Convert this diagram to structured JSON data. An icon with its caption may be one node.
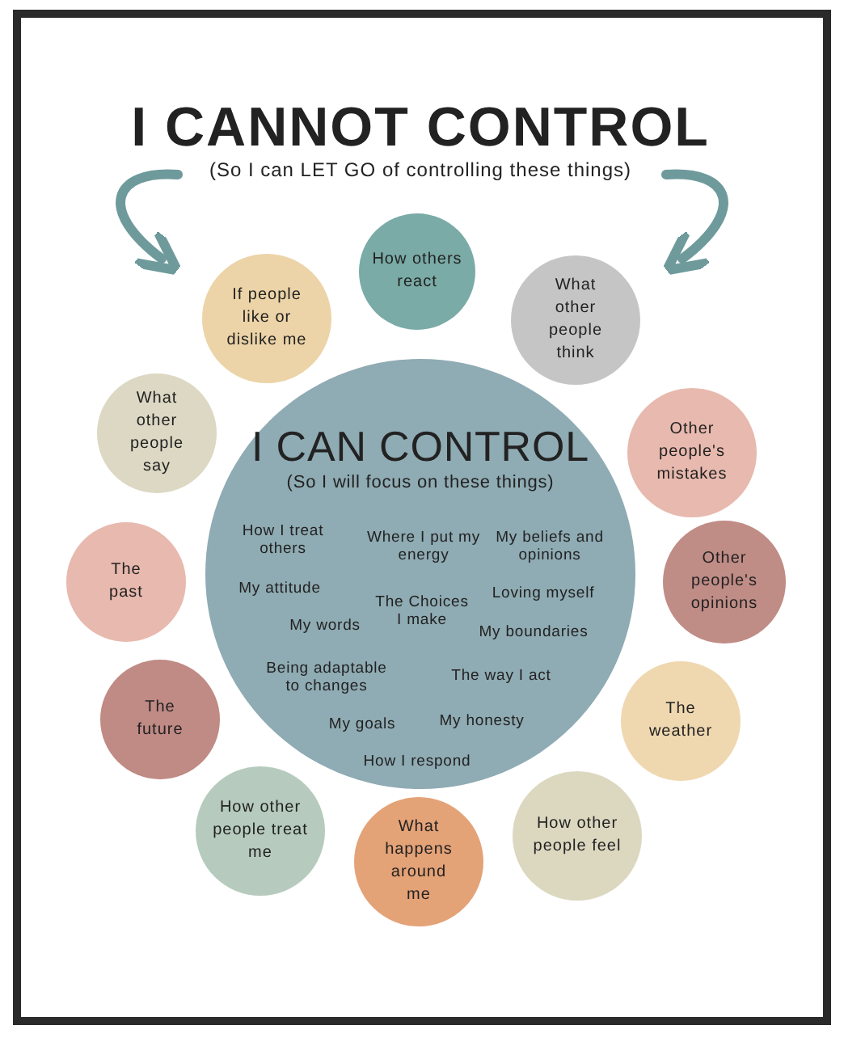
{
  "diagram": {
    "title": "I CANNOT CONTROL",
    "nodes": [
      {
        "text": [
          "How others react"
        ]
      },
      {
        "text": [
          "If people like or dislike me"
        ]
      },
      {
        "text": [
          "What other people think"
        ]
      },
      {
        "text": [
          "What other people say"
        ]
      },
      {
        "text": [
          "I CAN CONTROL",
          "(So I will focus on these things)",
          "How I treat others",
          "Where I put my energy",
          "My beliefs and opinions",
          "My attitude",
          "The Choices I make",
          "Loving myself",
          "My words",
          "My boundaries",
          "Being adaptable to changes",
          "The way I act",
          "My goals",
          "My honesty",
          "How I respond"
        ]
      },
      {
        "text": [
          "Other people's mistakes"
        ]
      },
      {
        "text": [
          "The past"
        ]
      },
      {
        "text": [
          "Other people's opinions"
        ]
      },
      {
        "text": [
          "The future"
        ]
      },
      {
        "text": [
          "The weather"
        ]
      },
      {
        "text": [
          "How other people treat me"
        ]
      },
      {
        "text": [
          "How other people feel"
        ]
      },
      {
        "text": [
          "What happens around me"
        ]
      }
    ],
    "labels": [
      "(So I can LET GO of controlling these things)"
    ]
  }
}
